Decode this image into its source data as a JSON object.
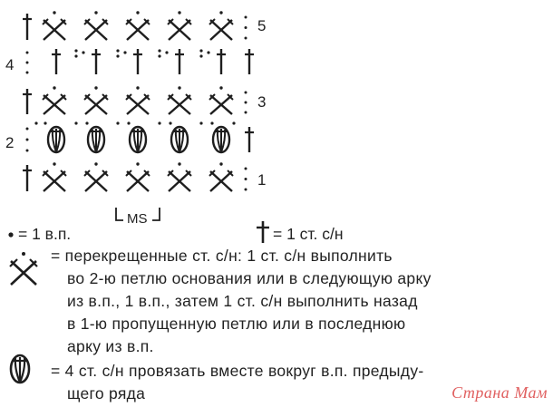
{
  "diagram": {
    "row_numbers": {
      "right": [
        "5",
        "3",
        "1"
      ],
      "left": [
        "4",
        "2"
      ]
    },
    "repeat_label": "MS"
  },
  "legend": {
    "chain": {
      "symbol": "dot-icon",
      "text": "= 1 в.п."
    },
    "double_crochet": {
      "symbol": "dc-cross-icon",
      "text": "= 1 ст. с/н"
    },
    "crossed_dc": {
      "symbol": "crossed-dc-icon",
      "lines": [
        "= перекрещенные ст. с/н: 1 ст. с/н выполнить",
        "во 2-ю петлю основания или в следующую арку",
        "из в.п., 1 в.п., затем 1 ст. с/н выполнить назад",
        "в 1-ю пропущенную петлю или в последнюю",
        "арку из в.п."
      ]
    },
    "cluster": {
      "symbol": "cluster-icon",
      "lines": [
        "= 4 ст. с/н провязать вместе вокруг в.п. предыду-",
        "щего ряда"
      ]
    }
  },
  "watermark": "Страна Мам"
}
